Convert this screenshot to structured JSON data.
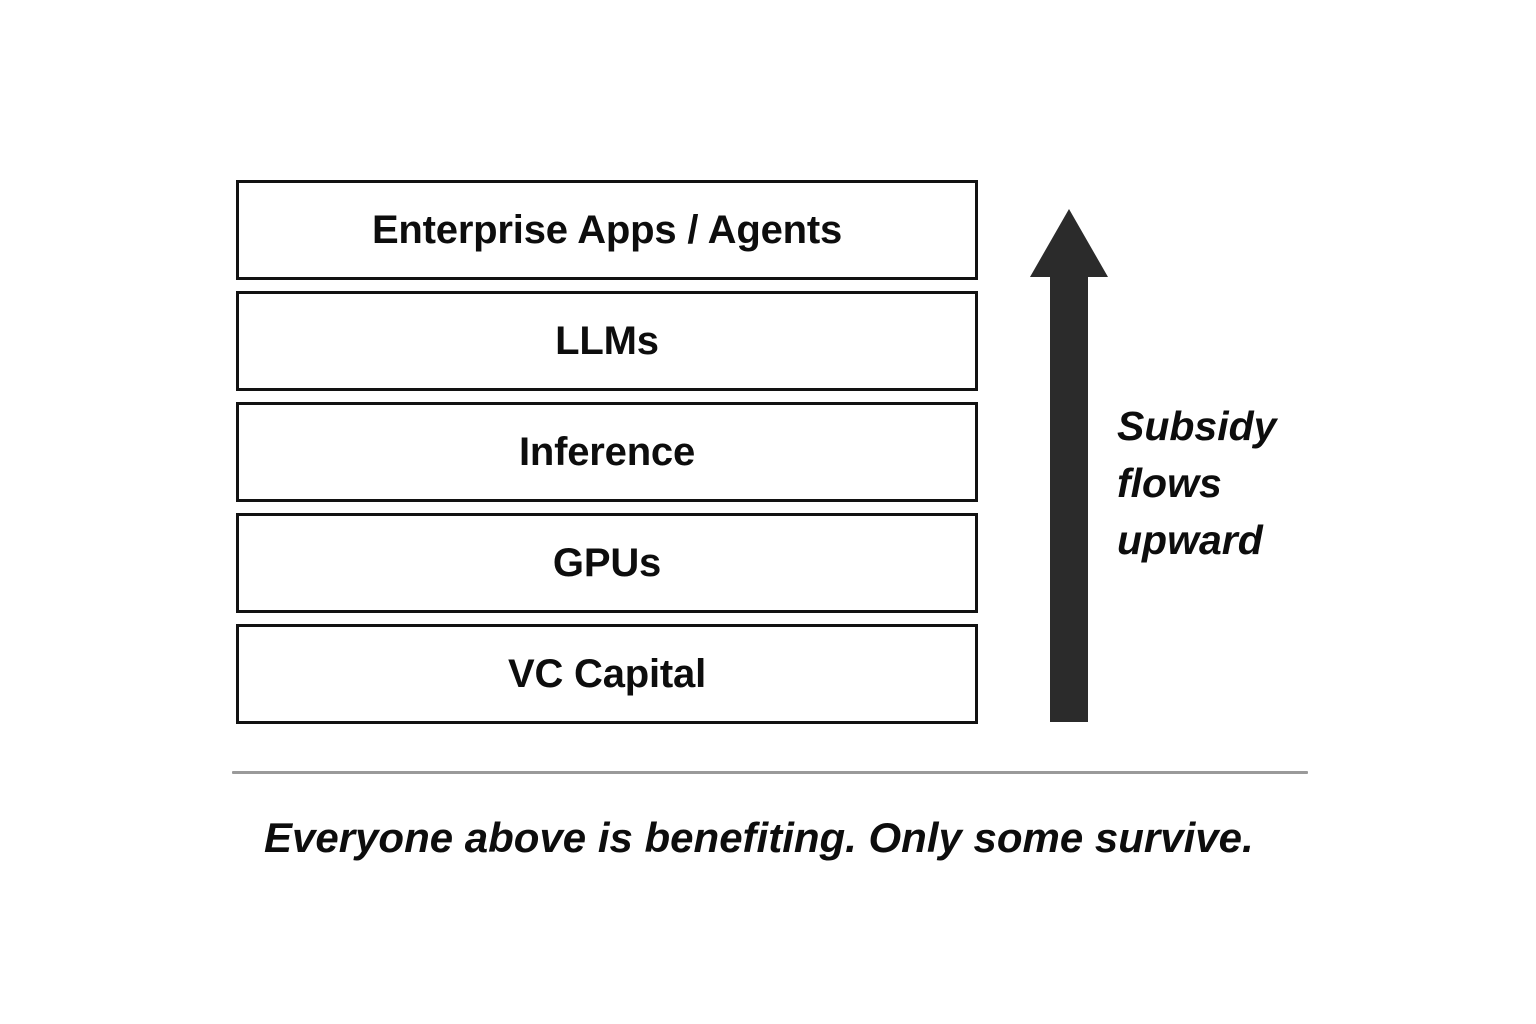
{
  "diagram": {
    "title_present": false,
    "background_color": "#ffffff",
    "box_border_color": "#121212",
    "text_color": "#0d0d0d",
    "arrow_color": "#2b2b2b",
    "divider_color": "#9a9a9a",
    "layers": [
      {
        "label": "Enterprise Apps / Agents"
      },
      {
        "label": "LLMs"
      },
      {
        "label": "Inference"
      },
      {
        "label": "GPUs"
      },
      {
        "label": "VC Capital"
      }
    ],
    "arrow": {
      "direction": "up",
      "caption_lines": [
        "Subsidy",
        "flows",
        "upward"
      ]
    },
    "footer_caption": "Everyone above is benefiting. Only some survive."
  },
  "chart_data": {
    "type": "diagram",
    "subtype": "layered-stack",
    "title": "",
    "categories": [
      "VC Capital",
      "GPUs",
      "Inference",
      "LLMs",
      "Enterprise Apps / Agents"
    ],
    "order": "bottom-to-top",
    "annotations": [
      "Subsidy flows upward",
      "Everyone above is benefiting. Only some survive."
    ],
    "legend": null,
    "grid": false
  }
}
